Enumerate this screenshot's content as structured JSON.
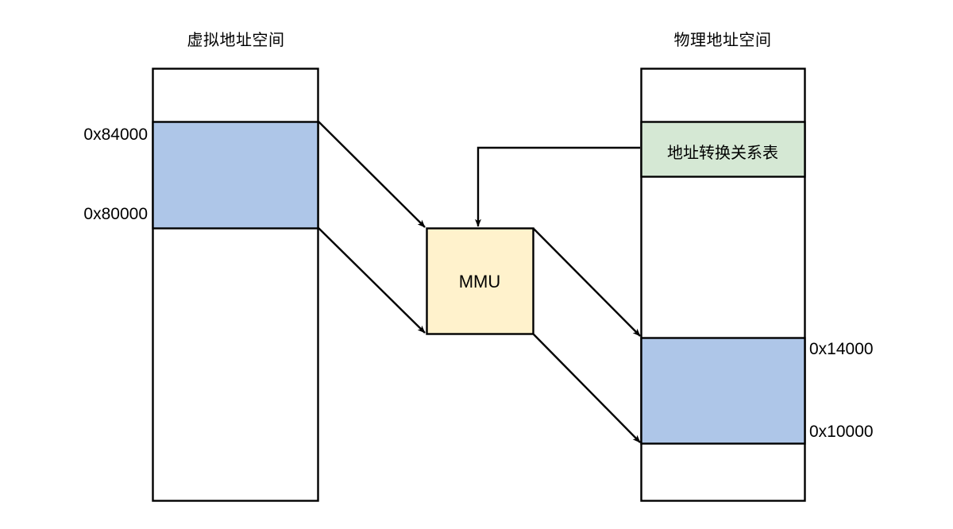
{
  "diagram": {
    "type": "memory-address-translation",
    "background": "#ffffff",
    "stroke_color": "#000000",
    "colors": {
      "virtual_region_fill": "#AEC6E8",
      "physical_region_fill": "#AEC6E8",
      "translation_table_fill": "#D5E8D4",
      "mmu_fill": "#FFF2CC",
      "empty_fill": "#FFFFFF",
      "line": "#000000"
    },
    "titles": {
      "virtual": "虚拟地址空间",
      "physical": "物理地址空间"
    },
    "virtual_space": {
      "top_label": "0x84000",
      "bottom_label": "0x80000",
      "region_name": "mapped-virtual-page-region"
    },
    "physical_space": {
      "top_label": "0x14000",
      "bottom_label": "0x10000",
      "region_name": "mapped-physical-frame-region"
    },
    "translation_table": {
      "label": "地址转换关系表"
    },
    "mmu": {
      "label": "MMU"
    }
  }
}
